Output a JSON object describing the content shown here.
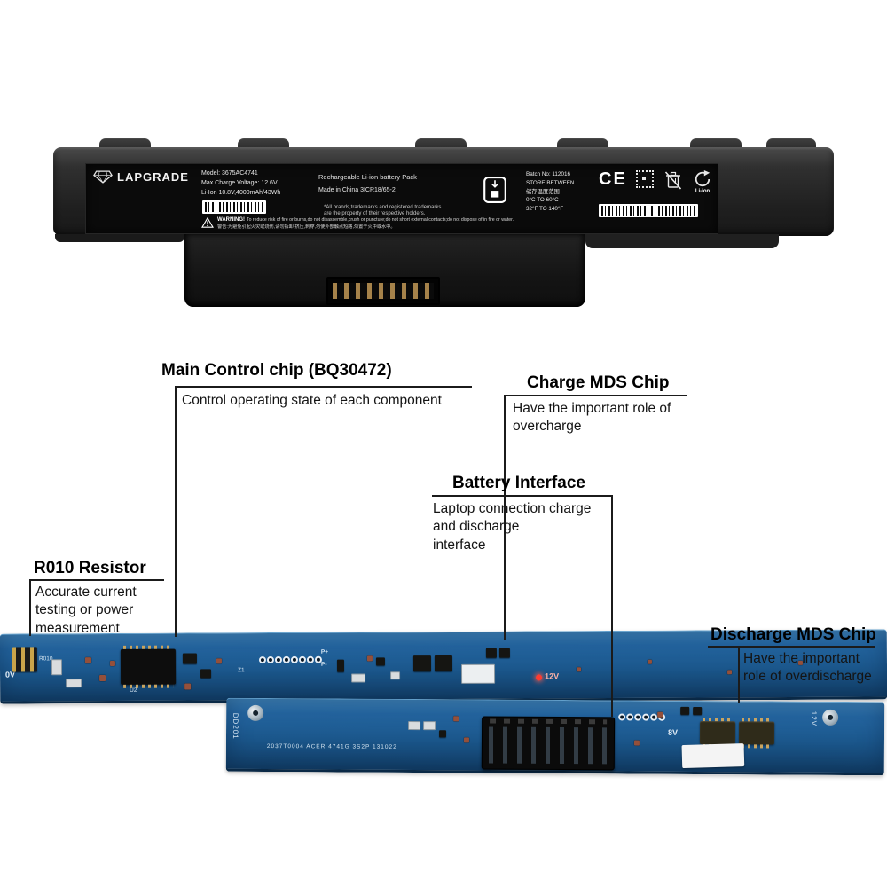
{
  "battery": {
    "brand": "LAPGRADE",
    "model": "Model: 3675AC4741",
    "max_voltage": "Max Charge Voltage: 12.6V",
    "capacity": "Li-Ion  10.8V,4000mAh/43Wh",
    "pack_type": "Rechargeable Li-ion battery Pack",
    "origin": "Made in China 3ICR18/65-2",
    "disclaimer_line1": "*All brands,trademarks and registered trademarks",
    "disclaimer_line2": "are the property of their respective holders.",
    "warning_title": "WARNING!",
    "warning_en": "To reduce risk of fire or burns,do not disassemble,crush or puncture;do not short external contacts;do not dispose of in fire or water.",
    "warning_zh": "警告:为避免引起火灾或烧伤,请勿拆卸,挤压,刺穿,勿使外部触点短路,勿置于火中或水中。",
    "batch": "Batch No: 112016",
    "store_line1": "STORE BETWEEN",
    "store_line2": "储存温度范围",
    "store_line3": "0°C TO 60°C",
    "store_line4": "32°F TO 140°F",
    "ce_mark": "CE",
    "li_ion": "Li-ion"
  },
  "callouts": {
    "main_chip": {
      "title": "Main Control chip (BQ30472)",
      "desc": "Control operating state of each component"
    },
    "charge_mds": {
      "title": "Charge MDS Chip",
      "desc": "Have the important role of\novercharge"
    },
    "battery_interface": {
      "title": "Battery Interface",
      "desc": "Laptop connection charge\nand discharge\ninterface"
    },
    "r010": {
      "title": "R010 Resistor",
      "desc": "Accurate current\ntesting or power\nmeasurement"
    },
    "discharge_mds": {
      "title": "Discharge MDS Chip",
      "desc": "Have the important\nrole of overdischarge"
    }
  },
  "pcb1": {
    "v0": "0V",
    "r010": "R010",
    "u2": "U2",
    "z1": "Z1",
    "p_plus": "P+",
    "p_minus": "P-",
    "v12": "12V"
  },
  "pcb2": {
    "code": "DD201",
    "serial": "2037T0004  ACER 4741G 3S2P  131022",
    "v8": "8V",
    "v12": "12V"
  },
  "colors": {
    "pcb_blue": "#1d5c94",
    "battery_black": "#161616",
    "callout_line": "#1b1b1b"
  }
}
